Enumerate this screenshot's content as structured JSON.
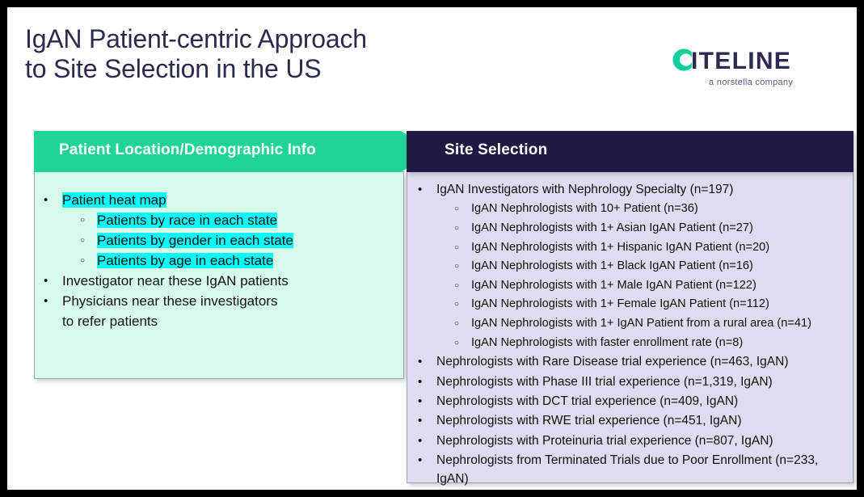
{
  "slide": {
    "title": "IgAN Patient-centric Approach\nto Site Selection in the US",
    "colors": {
      "title_text": "#2b2b4f",
      "banner_green": "#20d396",
      "banner_navy": "#1d1b42",
      "panel_left_bg": "#d6fbeb",
      "panel_right_bg": "#dedcf0",
      "highlight": "#00ffff",
      "outer_border": "#000000"
    }
  },
  "logo": {
    "wordmark": "ITELINE",
    "mark": "citeline-c-arc-icon",
    "tagline": "a norstella company"
  },
  "left_panel": {
    "banner_label": "Patient Location/Demographic Info",
    "items": [
      {
        "level": 1,
        "text": "Patient heat map",
        "highlighted": true
      },
      {
        "level": 2,
        "text": "Patients by race in each state",
        "highlighted": true
      },
      {
        "level": 2,
        "text": "Patients by gender in each state",
        "highlighted": true
      },
      {
        "level": 2,
        "text": "Patients by age in each state",
        "highlighted": true
      },
      {
        "level": 1,
        "text": "Investigator near these IgAN patients",
        "highlighted": false
      },
      {
        "level": 1,
        "text": "Physicians near these investigators\nto refer patients",
        "highlighted": false
      }
    ]
  },
  "right_panel": {
    "banner_label": "Site Selection",
    "items": [
      {
        "level": 1,
        "text": "IgAN Investigators with Nephrology Specialty (n=197)"
      },
      {
        "level": 2,
        "text": "IgAN Nephrologists with 10+ Patient (n=36)"
      },
      {
        "level": 2,
        "text": "IgAN Nephrologists with 1+ Asian IgAN Patient (n=27)"
      },
      {
        "level": 2,
        "text": "IgAN Nephrologists with 1+ Hispanic IgAN Patient (n=20)"
      },
      {
        "level": 2,
        "text": "IgAN Nephrologists with 1+ Black IgAN Patient (n=16)"
      },
      {
        "level": 2,
        "text": "IgAN Nephrologists with 1+ Male IgAN Patient (n=122)"
      },
      {
        "level": 2,
        "text": "IgAN Nephrologists with 1+ Female IgAN Patient (n=112)"
      },
      {
        "level": 2,
        "text": "IgAN Nephrologists with 1+ IgAN Patient from a rural area (n=41)"
      },
      {
        "level": 2,
        "text": "IgAN Nephrologists with faster enrollment rate (n=8)"
      },
      {
        "level": 1,
        "text": "Nephrologists with Rare Disease trial experience (n=463, IgAN)"
      },
      {
        "level": 1,
        "text": "Nephrologists with Phase III trial experience (n=1,319, IgAN)"
      },
      {
        "level": 1,
        "text": "Nephrologists with DCT trial experience (n=409, IgAN)"
      },
      {
        "level": 1,
        "text": "Nephrologists with RWE trial experience (n=451, IgAN)"
      },
      {
        "level": 1,
        "text": "Nephrologists with Proteinuria trial experience (n=807, IgAN)"
      },
      {
        "level": 1,
        "text": "Nephrologists from Terminated Trials due to Poor Enrollment (n=233,\nIgAN)"
      }
    ]
  }
}
